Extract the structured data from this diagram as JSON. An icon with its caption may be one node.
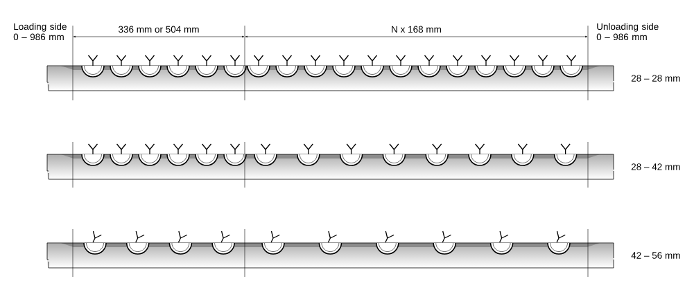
{
  "diagram": {
    "labels": [
      "Loading side 0 – 986 mm",
      "336 mm or 504 mm",
      "N x 168 mm",
      "Unloading side 0 – 986 mm",
      "28 – 28 mm",
      "28 – 42 mm",
      "42 – 56 mm"
    ]
  }
}
